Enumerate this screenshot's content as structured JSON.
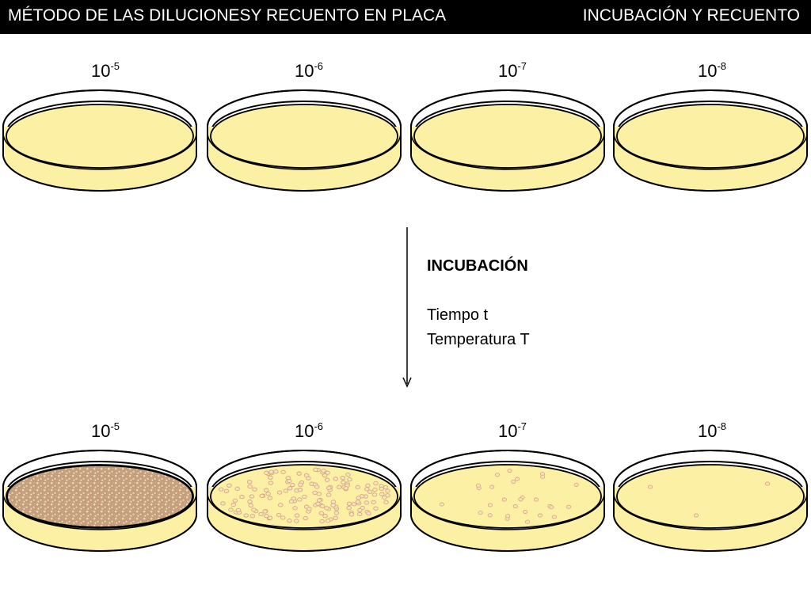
{
  "header": {
    "title": "MÉTODO DE LAS DILUCIONESY RECUENTO EN PLACA",
    "section": "INCUBACIÓN Y RECUENTO"
  },
  "before_plates": [
    {
      "base": "10",
      "exponent": "-5"
    },
    {
      "base": "10",
      "exponent": "-6"
    },
    {
      "base": "10",
      "exponent": "-7"
    },
    {
      "base": "10",
      "exponent": "-8"
    }
  ],
  "incubation": {
    "title": "INCUBACIÓN",
    "line1": "Tiempo t",
    "line2": "Temperatura T"
  },
  "after_plates": [
    {
      "base": "10",
      "exponent": "-5",
      "growth": "confluent"
    },
    {
      "base": "10",
      "exponent": "-6",
      "growth": "many-colonies"
    },
    {
      "base": "10",
      "exponent": "-7",
      "growth": "few-colonies"
    },
    {
      "base": "10",
      "exponent": "-8",
      "growth": "three-colonies"
    }
  ],
  "colors": {
    "agar": "#fbf0a3",
    "lid_edge": "#000000",
    "colony_dense": "#c79a72",
    "colony_ring": "#d9a87e"
  }
}
